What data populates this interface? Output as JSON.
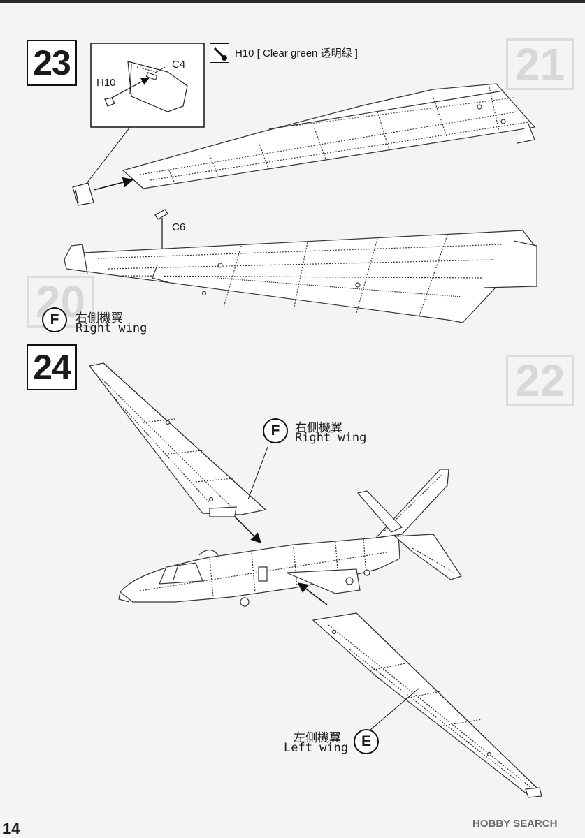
{
  "page": {
    "number": "14",
    "watermark": "HOBBY SEARCH"
  },
  "background_steps": [
    "21",
    "20",
    "22"
  ],
  "step23": {
    "number": "23",
    "paint_callout": {
      "icon": "paintbrush-icon",
      "text": "H10 [ Clear green  透明緑 ]"
    },
    "detail_parts": {
      "part1": "C4",
      "part2": "H10"
    },
    "part_c6": "C6",
    "wing": {
      "letter": "F",
      "cjk": "右側機翼",
      "en": "Right wing"
    }
  },
  "step24": {
    "number": "24",
    "right_wing": {
      "letter": "F",
      "cjk": "右側機翼",
      "en": "Right wing"
    },
    "left_wing": {
      "letter": "E",
      "cjk": "左側機翼",
      "en": "Left wing"
    }
  }
}
